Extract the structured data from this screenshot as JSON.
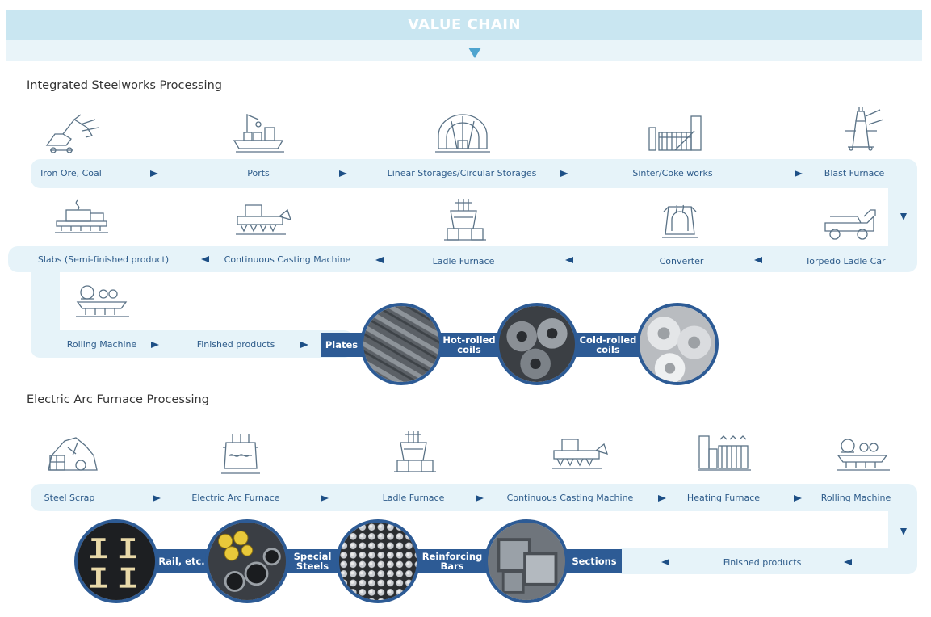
{
  "header": {
    "title": "VALUE CHAIN"
  },
  "integrated": {
    "title": "Integrated Steelworks Processing",
    "row1": [
      "Iron Ore, Coal",
      "Ports",
      "Linear Storages/Circular Storages",
      "Sinter/Coke works",
      "Blast Furnace"
    ],
    "row2": [
      "Slabs (Semi-finished product)",
      "Continuous Casting Machine",
      "Ladle Furnace",
      "Converter",
      "Torpedo Ladle Car"
    ],
    "row3": [
      "Rolling Machine",
      "Finished products"
    ],
    "products": [
      "Plates",
      "Hot-rolled coils",
      "Cold-rolled coils"
    ]
  },
  "eaf": {
    "title": "Electric Arc Furnace Processing",
    "row1": [
      "Steel Scrap",
      "Electric Arc Furnace",
      "Ladle Furnace",
      "Continuous Casting Machine",
      "Heating Furnace",
      "Rolling Machine"
    ],
    "row2": [
      "Finished products"
    ],
    "products": [
      "Sections",
      "Reinforcing Bars",
      "Special Steels",
      "Rail, etc."
    ]
  },
  "icons": {
    "integrated_row1": [
      "excavator-icon",
      "port-ship-icon",
      "storage-dome-icon",
      "sinter-coke-plant-icon",
      "blast-furnace-icon"
    ],
    "integrated_row2": [
      "slab-line-icon",
      "continuous-casting-icon",
      "ladle-furnace-icon",
      "converter-icon",
      "torpedo-ladle-car-icon"
    ],
    "integrated_row3": [
      "rolling-machine-icon"
    ],
    "eaf_row1": [
      "steel-scrap-icon",
      "electric-arc-furnace-icon",
      "ladle-furnace-icon",
      "continuous-casting-icon",
      "heating-furnace-icon",
      "rolling-machine-icon"
    ]
  },
  "colors": {
    "header": "#c9e6f1",
    "band": "#e6f3f9",
    "strip": "#2d5b95",
    "label": "#2d5b8a",
    "arrow": "#1d4f86",
    "icon_stroke": "#5a7286"
  }
}
